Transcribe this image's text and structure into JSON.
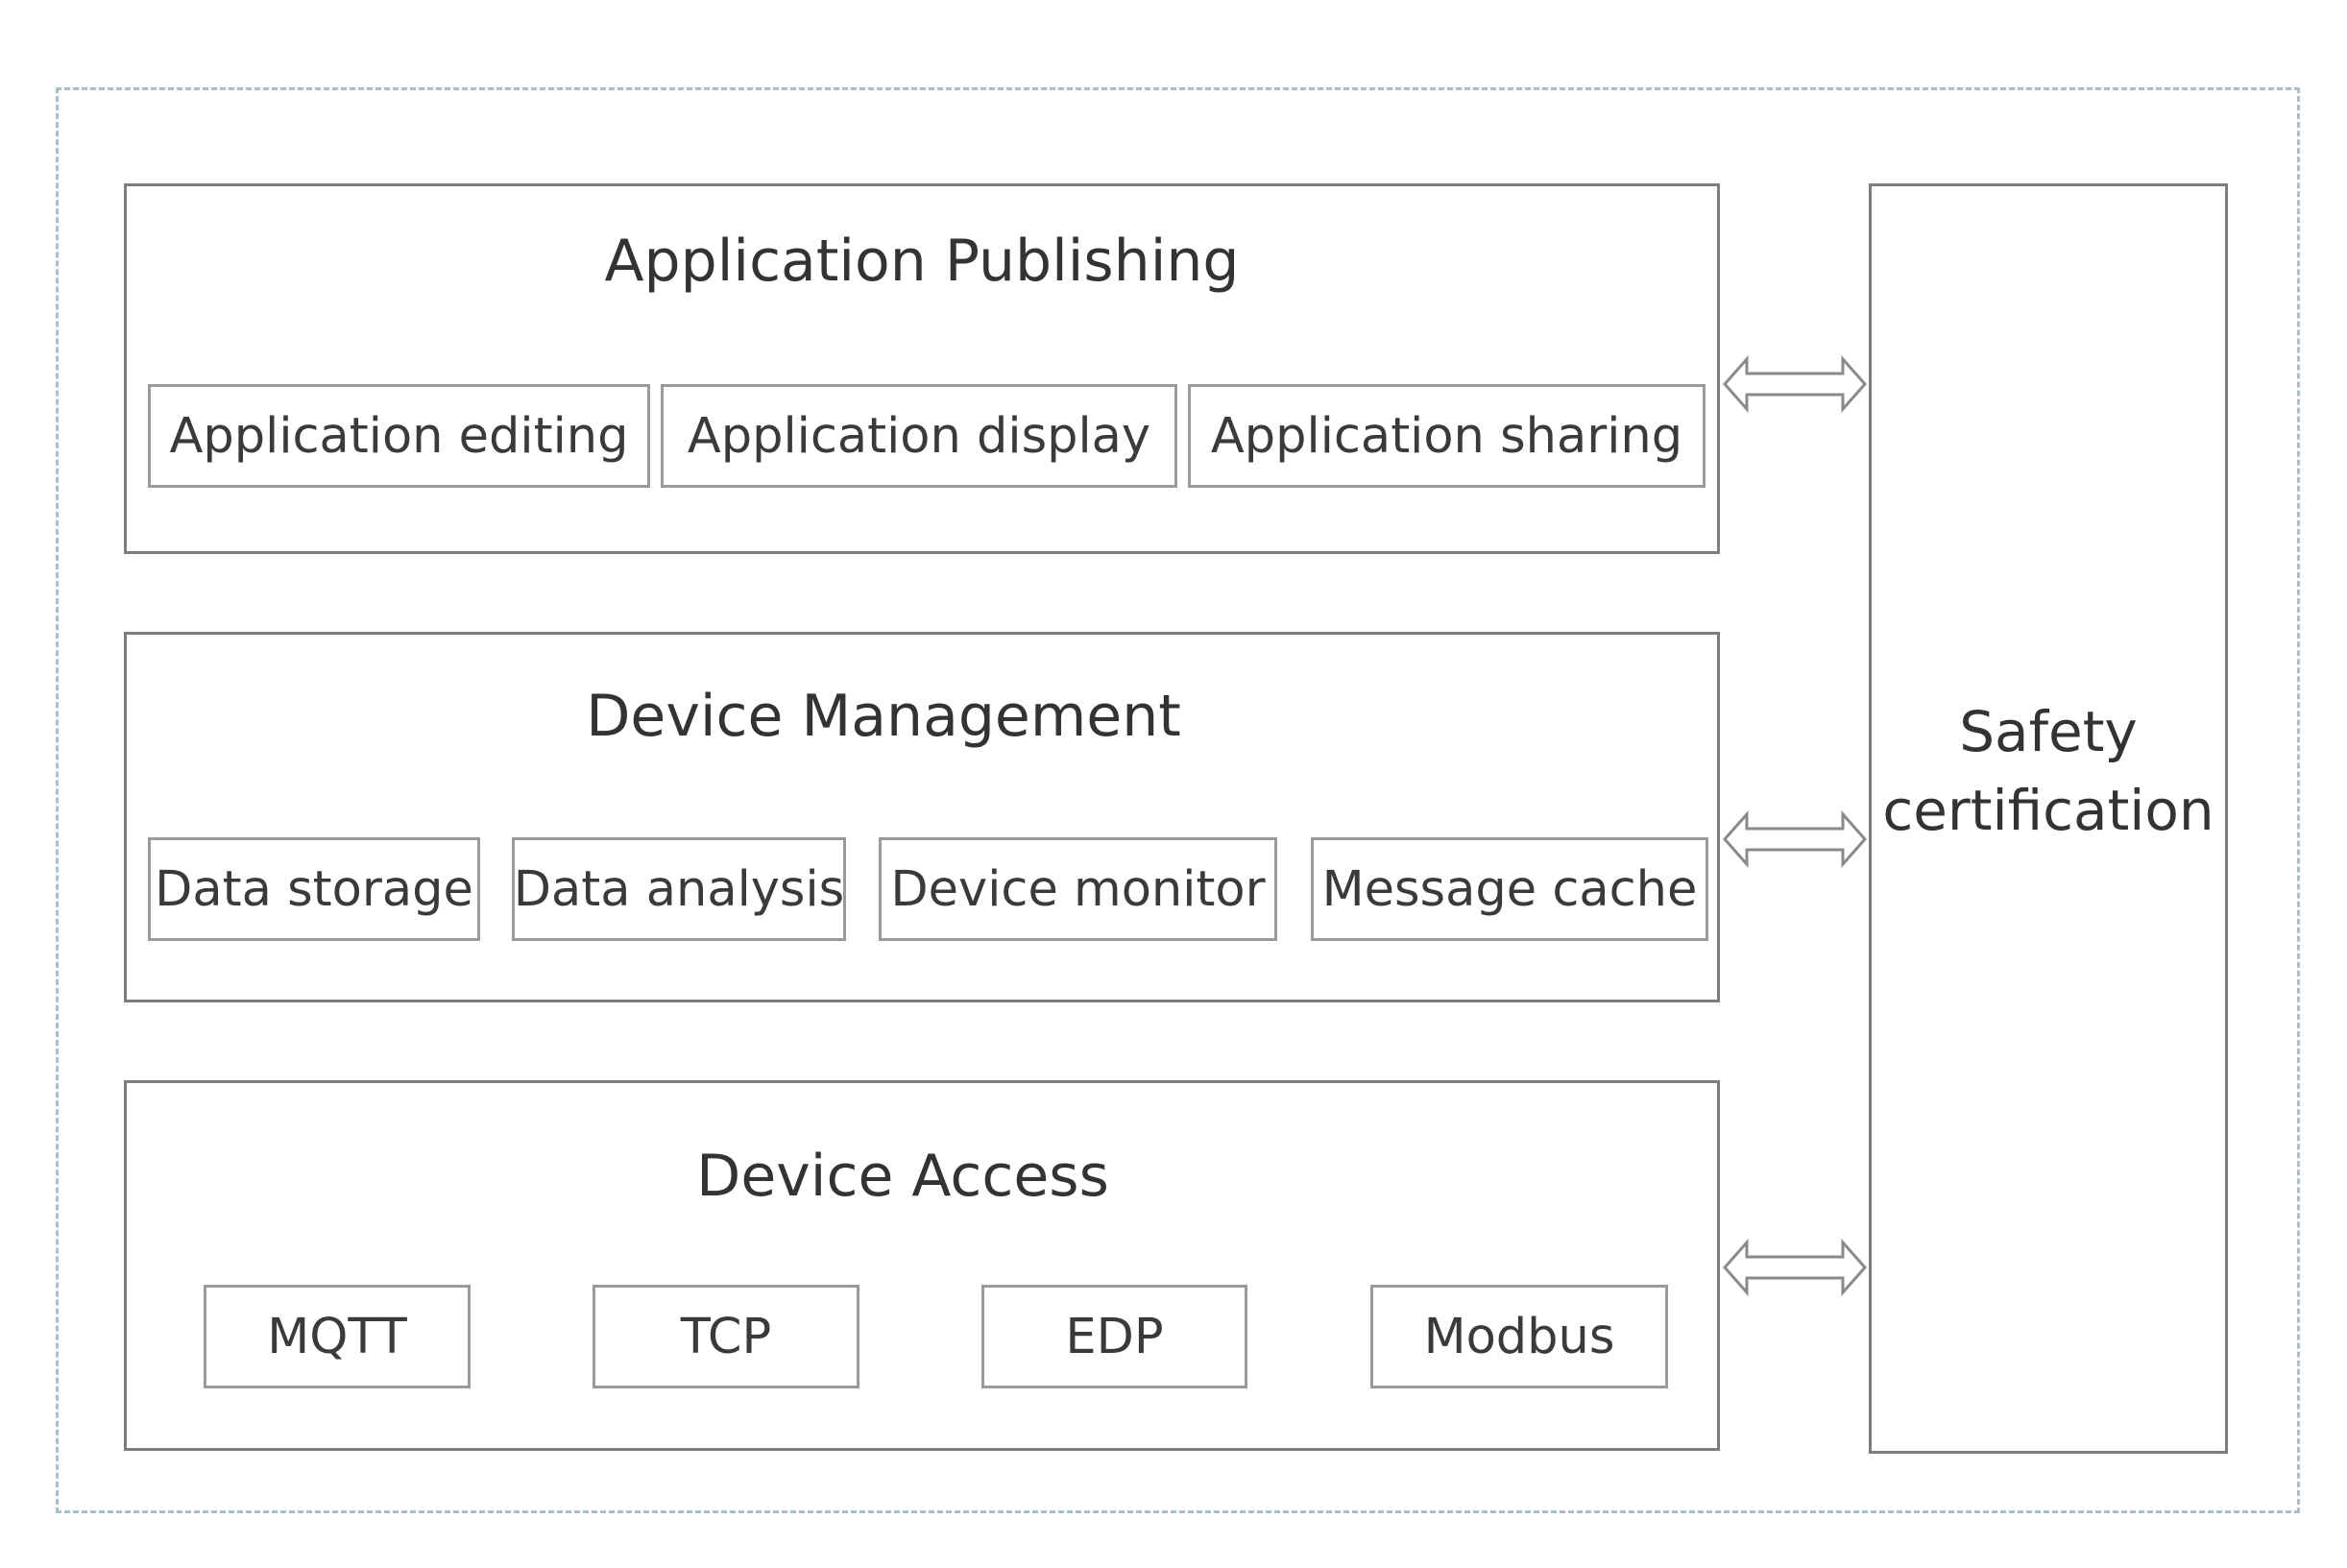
{
  "layers": [
    {
      "title": "Application Publishing",
      "modules": [
        "Application editing",
        "Application display",
        "Application sharing"
      ]
    },
    {
      "title": "Device Management",
      "modules": [
        "Data storage",
        "Data analysis",
        "Device monitor",
        "Message cache"
      ]
    },
    {
      "title": "Device Access",
      "modules": [
        "MQTT",
        "TCP",
        "EDP",
        "Modbus"
      ]
    }
  ],
  "side_box": {
    "label": "Safety\ncertification"
  },
  "connectors": [
    {
      "from": "Application Publishing",
      "to": "Safety certification",
      "style": "double-headed-arrow"
    },
    {
      "from": "Device Management",
      "to": "Safety certification",
      "style": "double-headed-arrow"
    },
    {
      "from": "Device Access",
      "to": "Safety certification",
      "style": "double-headed-arrow"
    }
  ],
  "colors": {
    "outer_frame": "#a9c0c8",
    "box_border": "#7d7d7d",
    "module_border": "#9a9a9a",
    "text": "#333333"
  }
}
